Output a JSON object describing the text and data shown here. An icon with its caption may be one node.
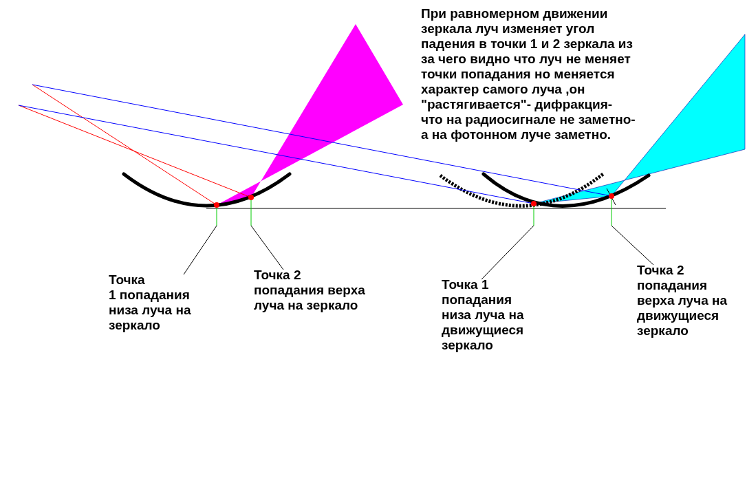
{
  "diagram": {
    "nodes": [
      {
        "text": [],
        "shape": "circle"
      },
      {
        "text": [],
        "shape": "circle"
      },
      {
        "text": [],
        "shape": "circle"
      },
      {
        "text": [],
        "shape": "circle"
      },
      {
        "text": [
          "Точка",
          "1 попадания низа луча на зеркало"
        ]
      },
      {
        "text": [
          "Точка 2 попадания верха луча на зеркало"
        ]
      },
      {
        "text": [
          "Точка 1 попадания низа луча на движущиеся зеркало"
        ]
      },
      {
        "text": [
          "Точка 2 попадания верха луча на движущиеся зеркало"
        ]
      }
    ],
    "edges": [
      {
        "from": 4,
        "to": 0,
        "arrow": "none"
      },
      {
        "from": 5,
        "to": 1,
        "arrow": "none"
      },
      {
        "from": 6,
        "to": 2,
        "arrow": "none"
      },
      {
        "from": 7,
        "to": 3,
        "arrow": "none"
      }
    ],
    "labels": [
      "При равномерном движении зеркала луч изменяет угол падения в точки 1 и 2 зеркала из за чего видно что луч не меняет точки попадания но меняется характер самого луча ,он \"растягивается\"- дифракция- что на радиосигнале не заметно-а на фотонном луче заметно."
    ]
  }
}
